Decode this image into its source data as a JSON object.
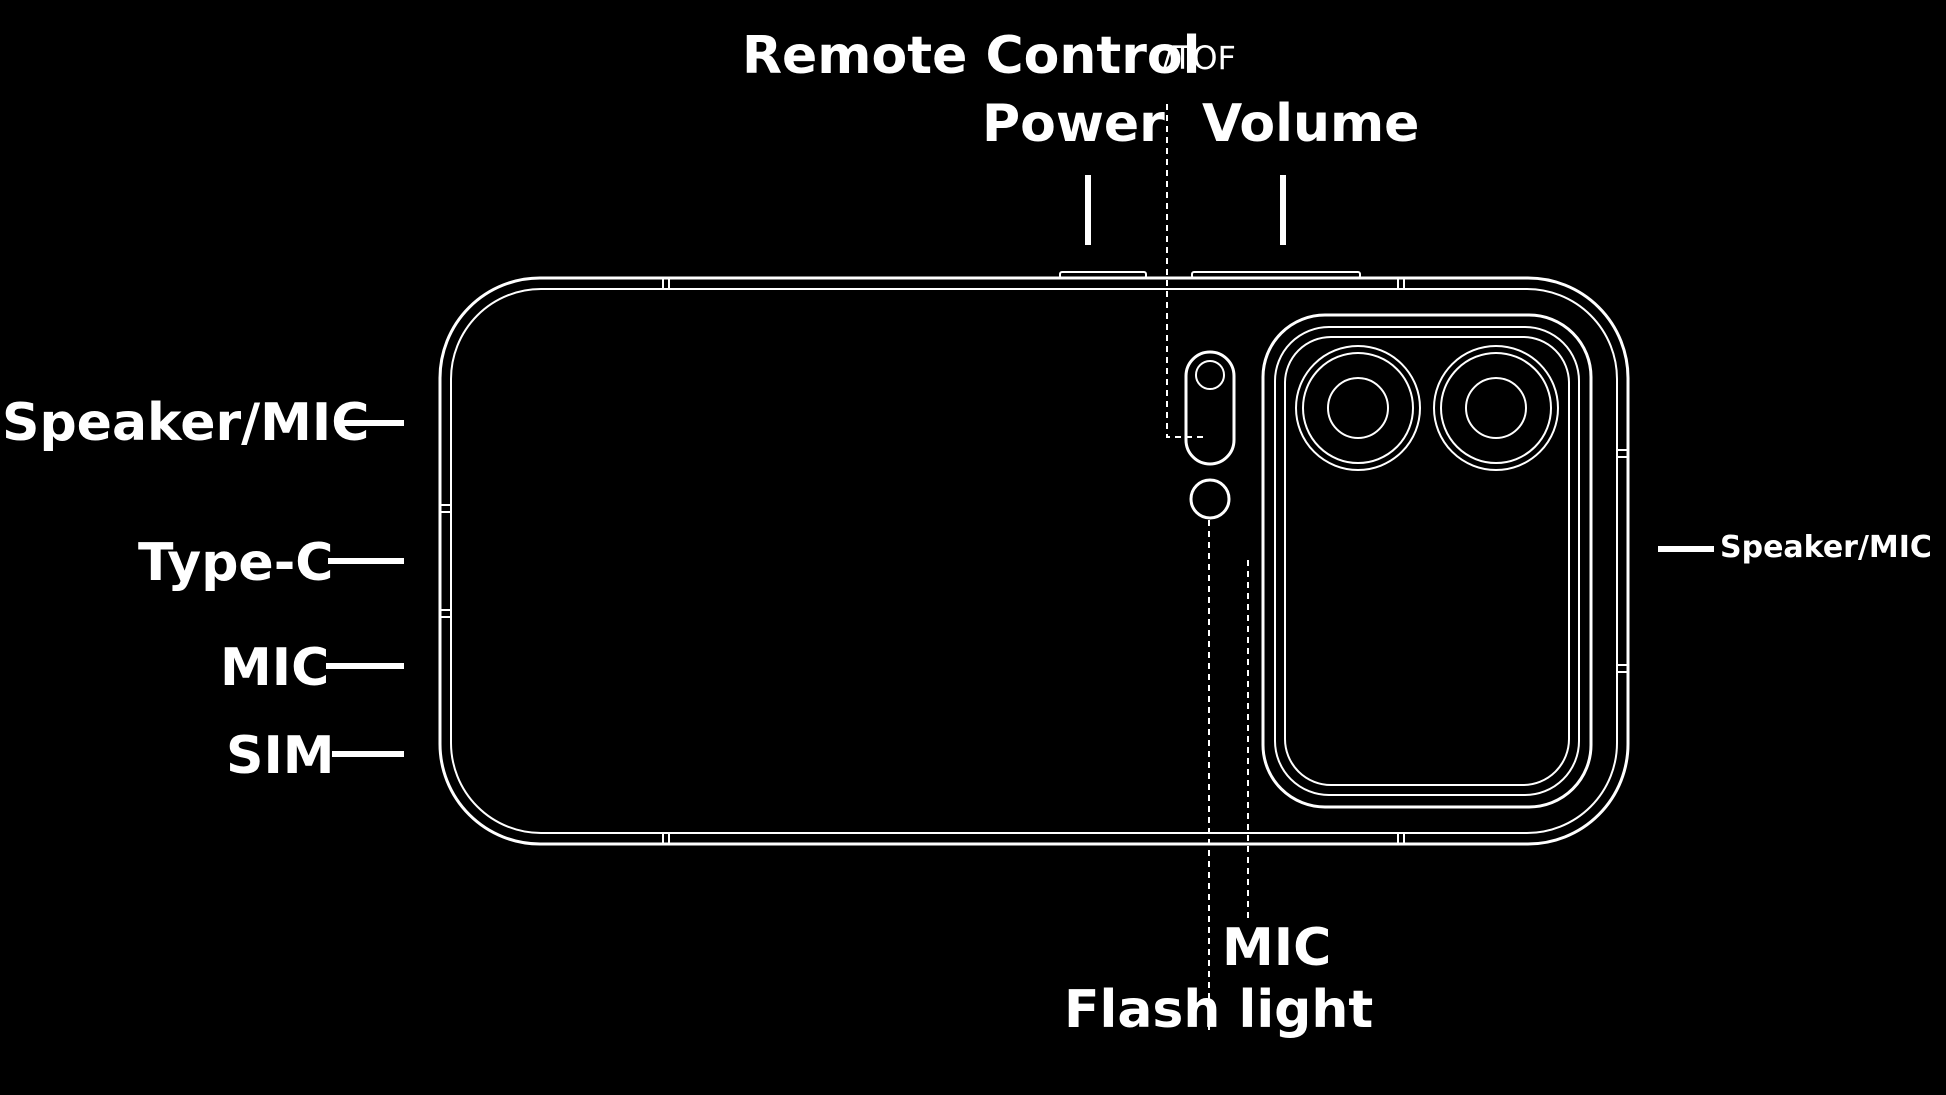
{
  "labels": {
    "remote_control": "Remote Control",
    "tof": "/TOF",
    "power": "Power",
    "volume": "Volume",
    "speaker_mic_left": "Speaker/MIC",
    "type_c": "Type-C",
    "mic_left": "MIC",
    "sim": "SIM",
    "speaker_mic_right": "Speaker/MIC",
    "mic_bottom": "MIC",
    "flash_light": "Flash light"
  },
  "colors": {
    "background": "#000000",
    "line": "#ffffff",
    "text": "#ffffff"
  }
}
